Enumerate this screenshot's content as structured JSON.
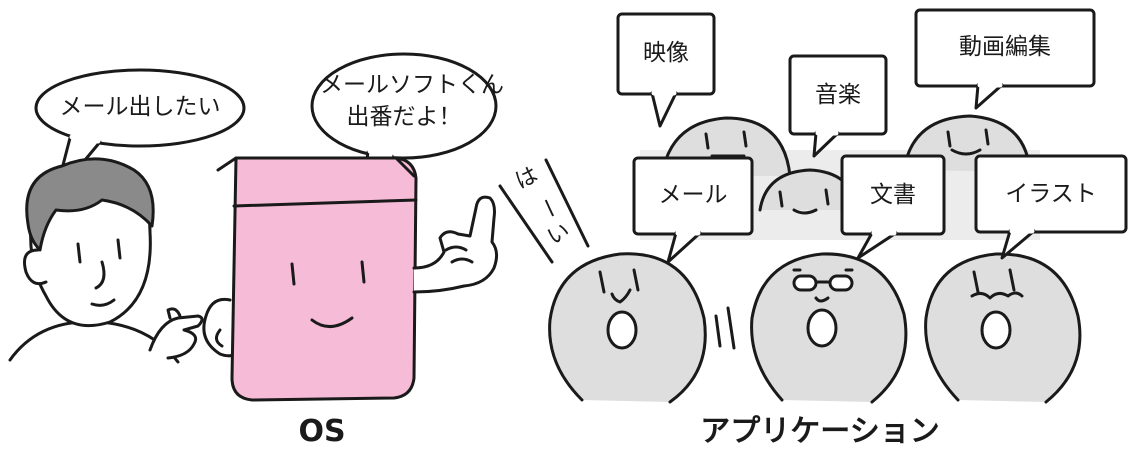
{
  "speech": {
    "person": "メール出したい",
    "os_line1": "メールソフトくん",
    "os_line2": "出番だよ！",
    "reply_ha": "は",
    "reply_dash": "ー",
    "reply_i": "い"
  },
  "apps": {
    "video": "映像",
    "music": "音楽",
    "video_edit": "動画編集",
    "mail": "メール",
    "document": "文書",
    "illustration": "イラスト"
  },
  "labels": {
    "os": "OS",
    "applications": "アプリケーション"
  },
  "colors": {
    "os_box": "#f6bcd7",
    "app_face": "#dedede",
    "hair": "#8a8a8a",
    "outline": "#1a1a1a"
  },
  "icons": [
    "person",
    "os-box-character",
    "app-character",
    "speech-bubble"
  ]
}
